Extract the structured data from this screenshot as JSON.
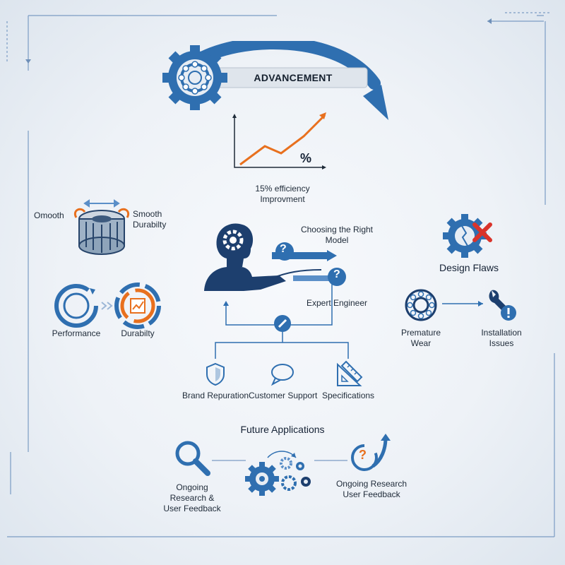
{
  "header": {
    "banner": "ADVANCEMENT"
  },
  "chart": {
    "symbol": "%",
    "caption": "15% efficiency\nImprovment"
  },
  "left": {
    "bearing_left": "Omooth",
    "bearing_right": "Smooth\nDurabilty",
    "performance": "Performance",
    "durability": "Durabilty"
  },
  "center": {
    "choosing": "Choosing the Right\nModel",
    "expert": "Expert Engineer",
    "brand": "Brand Repuration",
    "support": "Customer Support",
    "specs": "Specifications"
  },
  "right": {
    "design_flaws": "Design Flaws",
    "premature": "Premature\nWear",
    "installation": "Installation\nIssues"
  },
  "future": {
    "title": "Future Applications",
    "left_label": "Ongoing\nResearch &\nUser Feedback",
    "right_label": "Ongoing Research\nUser Feedback"
  },
  "colors": {
    "primary": "#2f6fb0",
    "dark": "#1d3f6e",
    "accent": "#e8701e",
    "red": "#d9332b"
  }
}
